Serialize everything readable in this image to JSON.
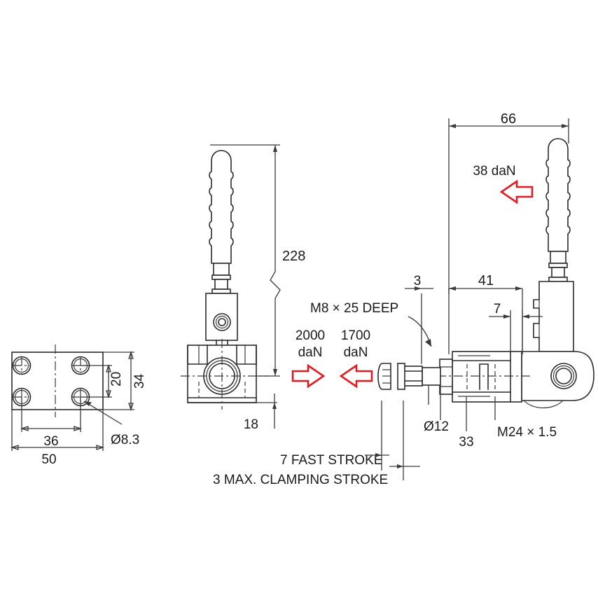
{
  "drawing": {
    "title": "Toggle clamp technical drawing",
    "units": "mm",
    "line_color": "#2b2b2b",
    "force_arrow_color": "#e11b22"
  },
  "views": {
    "left": {
      "name": "base plate top view",
      "dims": {
        "width_overall": "50",
        "width_holes": "36",
        "height_overall": "34",
        "height_holes": "20",
        "hole_dia": "Ø8.3"
      }
    },
    "front": {
      "name": "front elevation",
      "dims": {
        "total_height": "228",
        "base_height": "18"
      },
      "forces": {
        "push": {
          "value": "2000",
          "unit": "daN",
          "direction": "right"
        },
        "pull": {
          "value": "1700",
          "unit": "daN",
          "direction": "left"
        }
      }
    },
    "side": {
      "name": "side elevation",
      "dims": {
        "handle_reach": "66",
        "spindle_end": "3",
        "body_length": "41",
        "plate_thickness": "7",
        "base_depth": "33",
        "spindle_dia": "Ø12",
        "thread_body": "M24 × 1.5",
        "thread_mount": "M8 × 25 DEEP"
      },
      "forces": {
        "handle": {
          "value": "38",
          "unit": "daN",
          "direction": "left"
        }
      }
    }
  },
  "notes": {
    "fast_stroke": "7 FAST STROKE",
    "clamping_stroke": "3 MAX. CLAMPING STROKE"
  },
  "labels": {
    "d50": "50",
    "d36": "36",
    "d34": "34",
    "d20": "20",
    "dia83": "Ø8.3",
    "d228": "228",
    "d18": "18",
    "f2000": "2000",
    "f2000u": "daN",
    "f1700": "1700",
    "f1700u": "daN",
    "m8": "M8 × 25 DEEP",
    "d66": "66",
    "f38": "38 daN",
    "d3": "3",
    "d41": "41",
    "d7": "7",
    "dia12": "Ø12",
    "d33": "33",
    "m24": "M24 × 1.5",
    "fast": "7 FAST STROKE",
    "clamp": "3 MAX. CLAMPING STROKE"
  }
}
